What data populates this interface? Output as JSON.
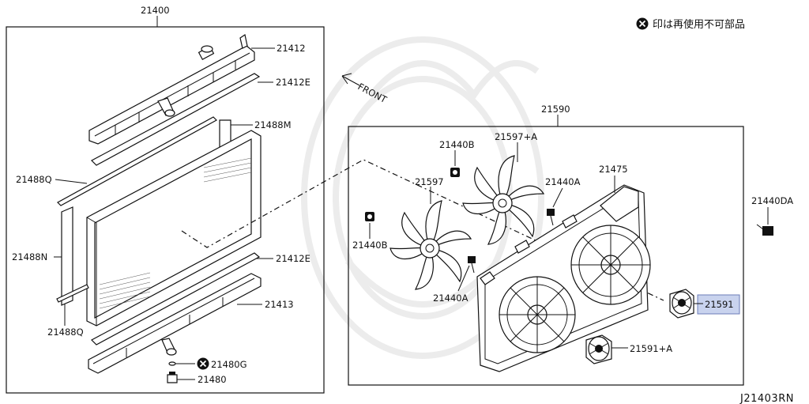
{
  "note": {
    "text": "印は再使用不可部品"
  },
  "front_label": "FRONT",
  "diagram_code": "J21403RN",
  "highlight_color": "#c9d3ee",
  "labels": {
    "p21400": "21400",
    "p21412": "21412",
    "p21412E_top": "21412E",
    "p21488M": "21488M",
    "p21488Q_top": "21488Q",
    "p21488N": "21488N",
    "p21412E_bottom": "21412E",
    "p21413": "21413",
    "p21488Q_bottom": "21488Q",
    "p21480G": "21480G",
    "p21480": "21480",
    "p21590": "21590",
    "p21440B_top": "21440B",
    "p21597A": "21597+A",
    "p21597": "21597",
    "p21440A_top": "21440A",
    "p21475": "21475",
    "p21440DA": "21440DA",
    "p21440B_left": "21440B",
    "p21440A_bottom": "21440A",
    "p21591": "21591",
    "p21591A": "21591+A"
  }
}
